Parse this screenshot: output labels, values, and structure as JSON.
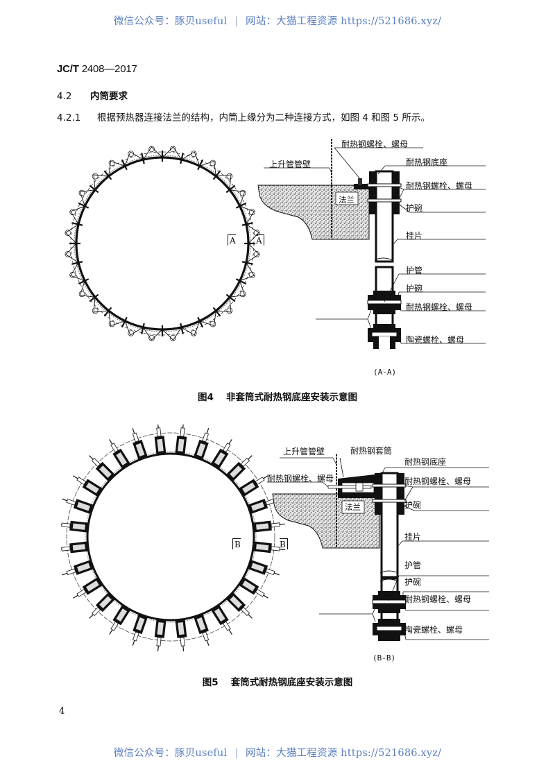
{
  "watermark": {
    "wechat_label": "微信公众号：豚贝useful",
    "separator": "|",
    "site_label": "网站：大猫工程资源 https://521686.xyz/"
  },
  "header": {
    "standard_prefix": "JC/T",
    "standard_number": "2408—2017"
  },
  "section": {
    "number": "4.2",
    "title": "内筒要求"
  },
  "clause": {
    "number": "4.2.1",
    "text": "根据预热器连接法兰的结构，内筒上缘分为二种连接方式，如图 4 和图 5 所示。"
  },
  "figure4": {
    "number": "图4",
    "title": "非套筒式耐热钢底座安装示意图",
    "section_marker_left": "A",
    "section_marker_right": "A",
    "section_caption": "(A-A)",
    "labels": {
      "bolt_nut_top": "耐热钢螺栓、螺母",
      "riser_wall": "上升管管壁",
      "base": "耐热钢底座",
      "bolt_nut_right": "耐热钢螺栓、螺母",
      "flange": "法兰",
      "bowl_top": "护碗",
      "hanger": "挂片",
      "guard_tube": "护管",
      "bowl_bottom": "护碗",
      "bolt_nut_lower": "耐热钢螺栓、螺母",
      "ceramic_bolt": "陶瓷螺栓、螺母"
    }
  },
  "figure5": {
    "number": "图5",
    "title": "套筒式耐热钢底座安装示意图",
    "section_marker_left": "B",
    "section_marker_right": "B",
    "section_caption": "(B-B)",
    "labels": {
      "riser_wall": "上升管管壁",
      "sleeve": "耐热钢套筒",
      "base": "耐热钢底座",
      "bolt_nut_left": "耐热钢螺栓、螺母",
      "bolt_nut_right": "耐热钢螺栓、螺母",
      "flange": "法兰",
      "bowl_top": "护碗",
      "hanger": "挂片",
      "guard_tube": "护管",
      "bowl_bottom": "护碗",
      "bolt_nut_lower": "耐热钢螺栓、螺母",
      "ceramic_bolt": "陶瓷螺栓、螺母"
    }
  },
  "footer": {
    "page_number": "4"
  },
  "colors": {
    "watermark": "#5b7fbf",
    "text": "#111111"
  }
}
